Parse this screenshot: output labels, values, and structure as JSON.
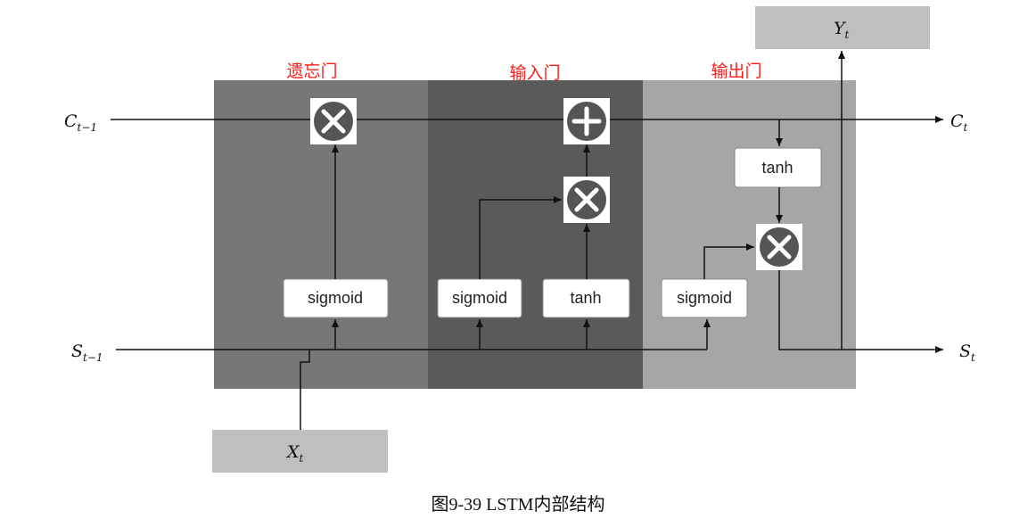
{
  "gates": {
    "forget_label": "遗忘门",
    "input_label": "输入门",
    "output_label": "输出门"
  },
  "inputs": {
    "c_prev": {
      "base": "C",
      "sub": "t−1"
    },
    "s_prev": {
      "base": "S",
      "sub": "t−1"
    },
    "x": {
      "base": "X",
      "sub": "t"
    }
  },
  "outputs": {
    "c": {
      "base": "C",
      "sub": "t"
    },
    "s": {
      "base": "S",
      "sub": "t"
    },
    "y": {
      "base": "Y",
      "sub": "t"
    }
  },
  "boxes": {
    "forget_sigmoid": "sigmoid",
    "input_sigmoid": "sigmoid",
    "input_tanh": "tanh",
    "output_sigmoid": "sigmoid",
    "output_tanh": "tanh"
  },
  "caption": "图9-39 LSTM内部结构",
  "colors": {
    "forget_bg": "#777777",
    "input_bg": "#5a5a5a",
    "output_bg": "#a6a6a6",
    "io_box": "#bfbfbf",
    "gate_label": "#ff1a1a"
  },
  "operators": {
    "forget_op": "multiply-icon",
    "input_add_op": "plus-icon",
    "input_mul_op": "multiply-icon",
    "output_mul_op": "multiply-icon"
  }
}
